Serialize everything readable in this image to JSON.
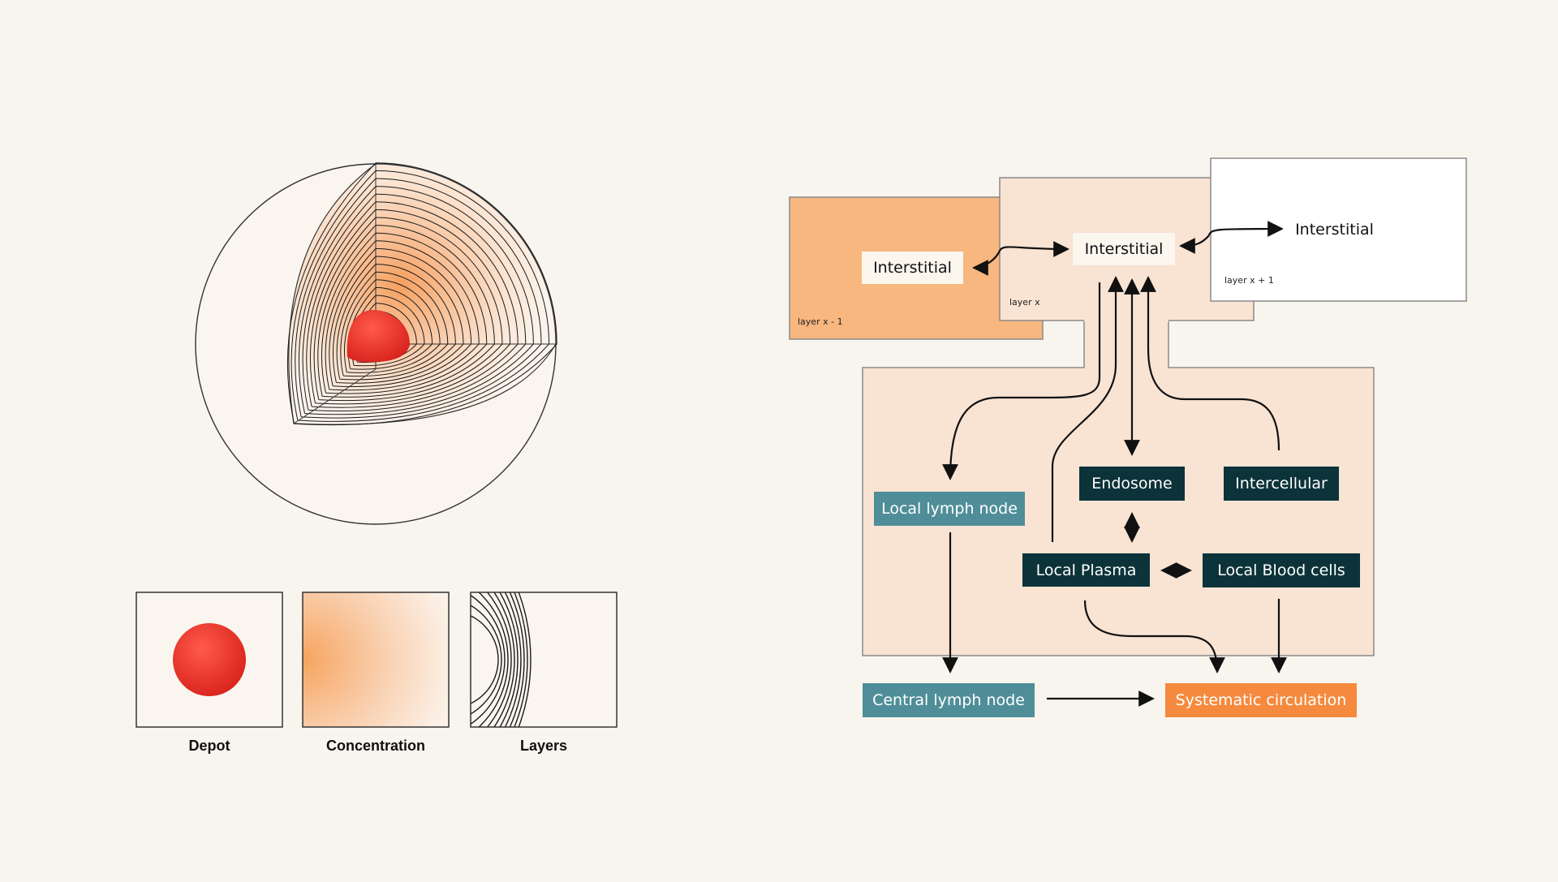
{
  "legend": {
    "depot": "Depot",
    "concentration": "Concentration",
    "layers": "Layers"
  },
  "layers": {
    "prev": "layer x - 1",
    "current": "layer x",
    "next": "layer x + 1"
  },
  "nodes": {
    "interstitial_prev": "Interstitial",
    "interstitial_current": "Interstitial",
    "interstitial_next": "Interstitial",
    "local_lymph_node": "Local lymph node",
    "endosome": "Endosome",
    "intercellular": "Intercellular",
    "local_plasma": "Local Plasma",
    "local_blood_cells": "Local Blood cells",
    "central_lymph_node": "Central lymph node",
    "systematic_circulation": "Systematic circulation"
  },
  "colors": {
    "background": "#f8f5ee",
    "layer_prev_fill": "#f8b77f",
    "layer_current_fill": "#f9e3d3",
    "tissue_fill": "#f9e3d3",
    "depot_red": "#e8322a",
    "dark_node": "#0c3339",
    "teal_node": "#4f8e99",
    "orange_node": "#f58a3e"
  },
  "icons": {
    "sphere": "layered-sphere-cutaway-icon",
    "depot": "red-depot-dot-icon",
    "concentration": "concentration-gradient-icon",
    "layers": "concentric-arcs-icon"
  }
}
